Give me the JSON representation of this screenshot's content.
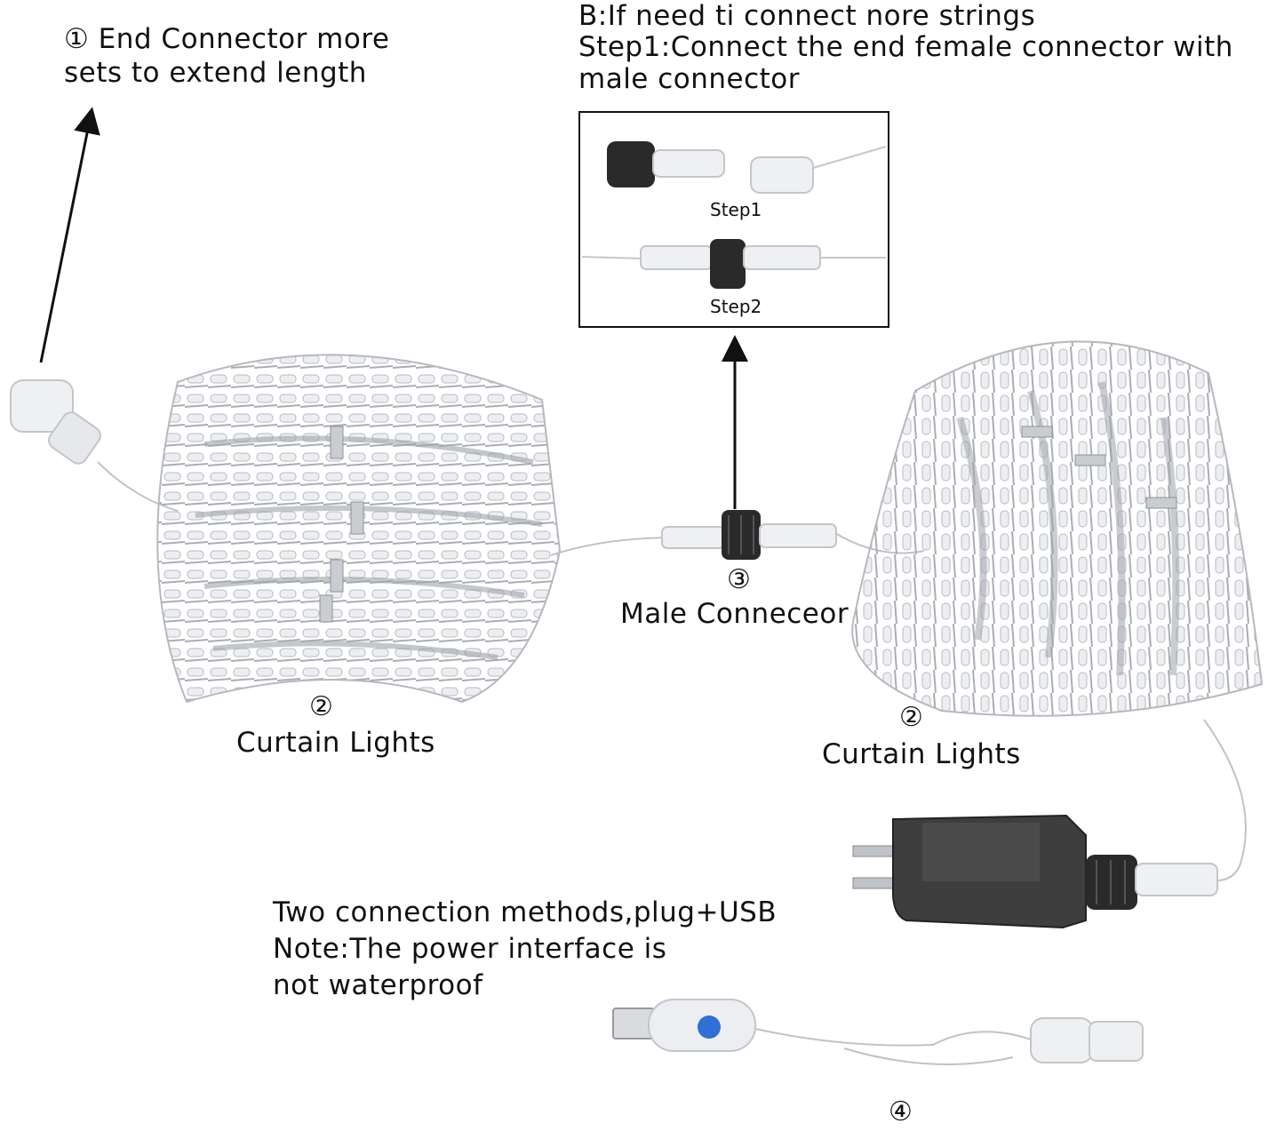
{
  "labels": {
    "end_connector_num": "①",
    "end_connector_line1": "End Connector more",
    "end_connector_line2": "sets to extend length",
    "tip_line1": "B:If need ti connect nore strings",
    "tip_line2": "Step1:Connect the end female connector with",
    "tip_line3": "male connector",
    "step1": "Step1",
    "step2": "Step2",
    "male_num": "③",
    "male_label": "Male Conneceor",
    "curtain_left_num": "②",
    "curtain_left_label": "Curtain Lights",
    "curtain_right_num": "②",
    "curtain_right_label": "Curtain Lights",
    "power_line1": "Two connection methods,plug+USB",
    "power_line2": "Note:The power interface is",
    "power_line3": "not waterproof",
    "usb_num": "④"
  },
  "colors": {
    "wire": "#b9bcc0",
    "led": "#e9ebee",
    "connector_dark": "#2a2a2a",
    "adapter": "#3e3e3e",
    "usb_button": "#2f6fd6"
  }
}
